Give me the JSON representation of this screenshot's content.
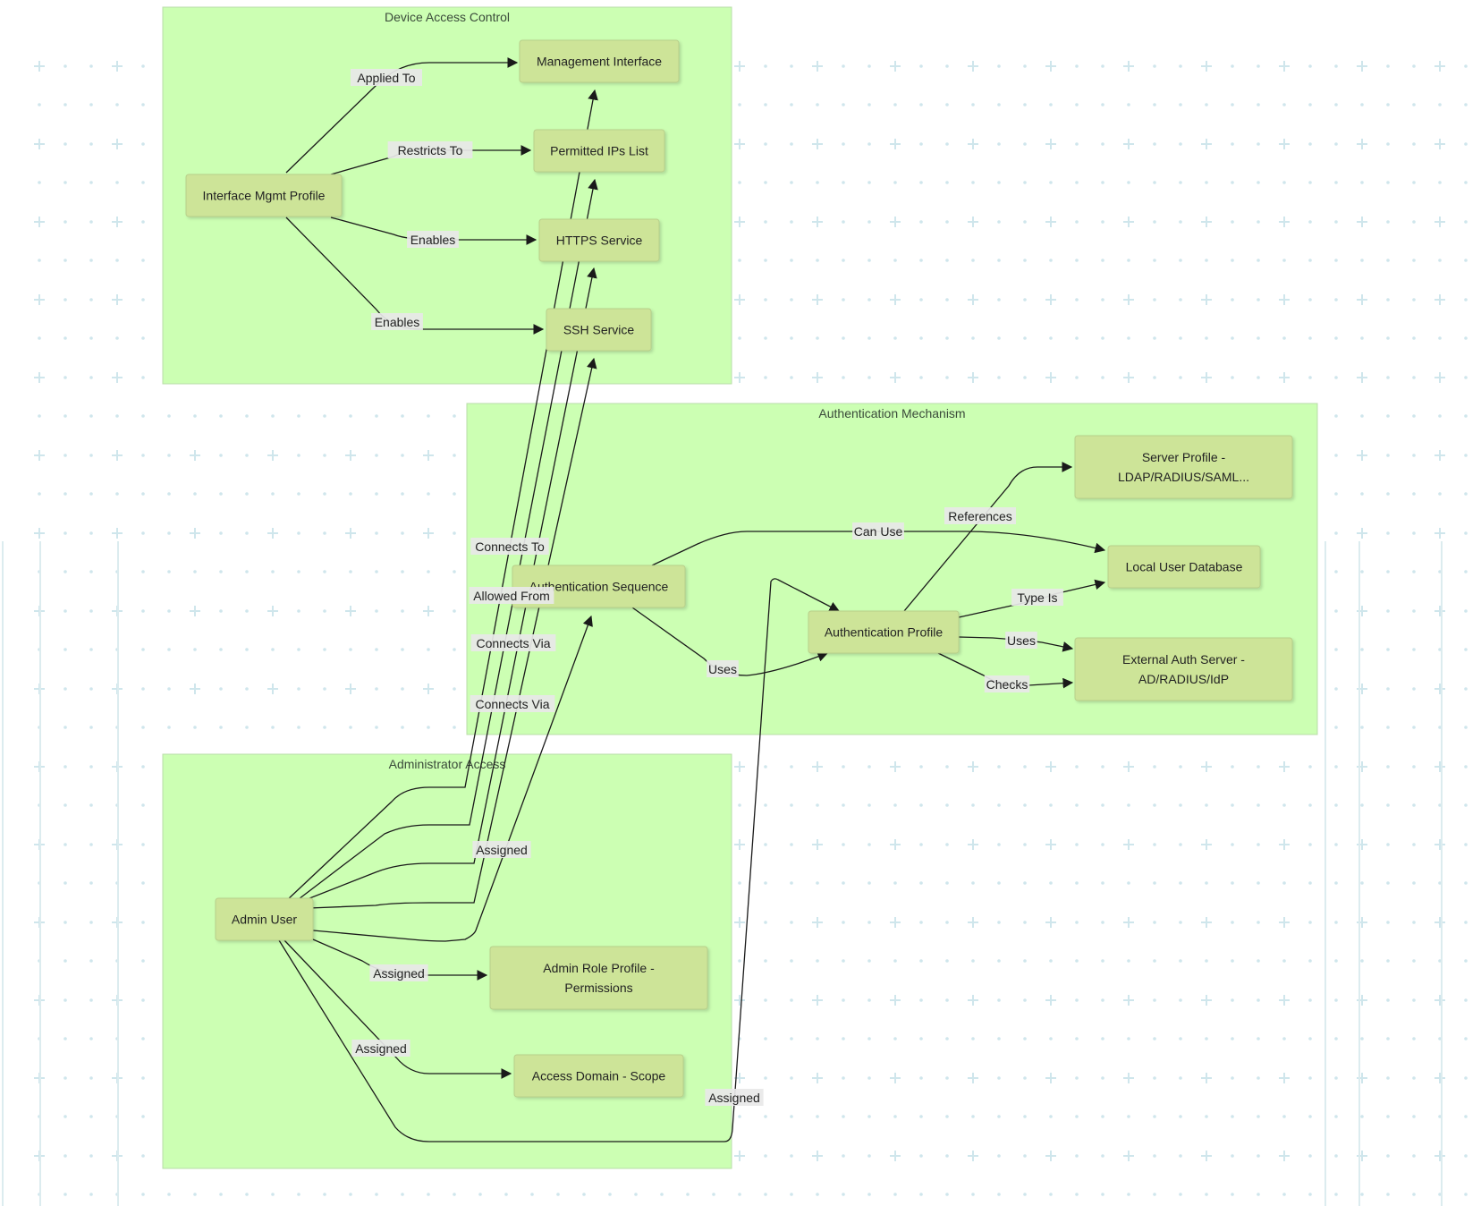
{
  "groups": [
    {
      "id": "device",
      "title": "Device Access Control"
    },
    {
      "id": "auth",
      "title": "Authentication Mechanism"
    },
    {
      "id": "admin",
      "title": "Administrator Access"
    }
  ],
  "nodes": [
    {
      "id": "mgmt_iface",
      "lines": [
        "Management Interface"
      ]
    },
    {
      "id": "permitted_ips",
      "lines": [
        "Permitted IPs List"
      ]
    },
    {
      "id": "https",
      "lines": [
        "HTTPS Service"
      ]
    },
    {
      "id": "ssh",
      "lines": [
        "SSH Service"
      ]
    },
    {
      "id": "iface_profile",
      "lines": [
        "Interface Mgmt Profile"
      ]
    },
    {
      "id": "server_profile",
      "lines": [
        "Server Profile -",
        "LDAP/RADIUS/SAML..."
      ]
    },
    {
      "id": "local_db",
      "lines": [
        "Local User Database"
      ]
    },
    {
      "id": "auth_seq",
      "lines": [
        "Authentication Sequence"
      ]
    },
    {
      "id": "auth_profile",
      "lines": [
        "Authentication Profile"
      ]
    },
    {
      "id": "ext_auth",
      "lines": [
        "External Auth Server -",
        "AD/RADIUS/IdP"
      ]
    },
    {
      "id": "admin_user",
      "lines": [
        "Admin User"
      ]
    },
    {
      "id": "role_profile",
      "lines": [
        "Admin Role Profile -",
        "Permissions"
      ]
    },
    {
      "id": "access_domain",
      "lines": [
        "Access Domain - Scope"
      ]
    }
  ],
  "edges": [
    {
      "id": "e1",
      "from": "iface_profile",
      "to": "mgmt_iface",
      "label": "Applied To"
    },
    {
      "id": "e2",
      "from": "iface_profile",
      "to": "permitted_ips",
      "label": "Restricts To"
    },
    {
      "id": "e3",
      "from": "iface_profile",
      "to": "https",
      "label": "Enables"
    },
    {
      "id": "e4",
      "from": "iface_profile",
      "to": "ssh",
      "label": "Enables"
    },
    {
      "id": "e5",
      "from": "admin_user",
      "to": "mgmt_iface",
      "label": "Connects To"
    },
    {
      "id": "e6",
      "from": "admin_user",
      "to": "permitted_ips",
      "label": "Allowed From"
    },
    {
      "id": "e7",
      "from": "admin_user",
      "to": "https",
      "label": "Connects Via"
    },
    {
      "id": "e8",
      "from": "admin_user",
      "to": "ssh",
      "label": "Connects Via"
    },
    {
      "id": "e9",
      "from": "admin_user",
      "to": "auth_seq",
      "label": "Assigned"
    },
    {
      "id": "e10",
      "from": "admin_user",
      "to": "role_profile",
      "label": "Assigned"
    },
    {
      "id": "e11",
      "from": "admin_user",
      "to": "access_domain",
      "label": "Assigned"
    },
    {
      "id": "e12",
      "from": "admin_user",
      "to": "auth_profile",
      "label": "Assigned"
    },
    {
      "id": "e13",
      "from": "auth_seq",
      "to": "auth_profile",
      "label": "Uses"
    },
    {
      "id": "e14",
      "from": "auth_seq",
      "to": "local_db",
      "label": "Can Use"
    },
    {
      "id": "e15",
      "from": "auth_profile",
      "to": "server_profile",
      "label": "References"
    },
    {
      "id": "e16",
      "from": "auth_profile",
      "to": "local_db",
      "label": "Type Is"
    },
    {
      "id": "e17",
      "from": "auth_profile",
      "to": "ext_auth",
      "label": "Uses"
    },
    {
      "id": "e18",
      "from": "auth_profile",
      "to": "ext_auth",
      "label": "Checks"
    }
  ]
}
